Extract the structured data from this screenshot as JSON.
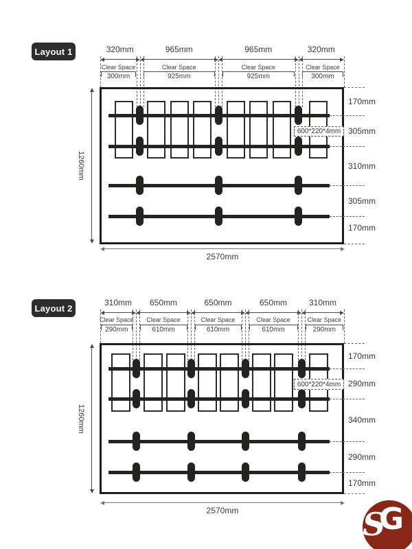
{
  "layouts": [
    {
      "badge": "Layout 1",
      "top_dimensions": [
        "320mm",
        "965mm",
        "965mm",
        "320mm"
      ],
      "clear_spaces": [
        {
          "label": "Clear Space",
          "value": "300mm"
        },
        {
          "label": "Clear Space",
          "value": "925mm"
        },
        {
          "label": "Clear Space",
          "value": "925mm"
        },
        {
          "label": "Clear Space",
          "value": "300mm"
        }
      ],
      "left_dimension": "1260mm",
      "bottom_dimension": "2570mm",
      "right_dimensions": [
        "170mm",
        "305mm",
        "310mm",
        "305mm",
        "170mm"
      ],
      "foot_plate_label": "600*220*4mm",
      "panel_count": 8,
      "rail_count": 4,
      "feet_per_rail": 3
    },
    {
      "badge": "Layout 2",
      "top_dimensions": [
        "310mm",
        "650mm",
        "650mm",
        "650mm",
        "310mm"
      ],
      "clear_spaces": [
        {
          "label": "Clear Space",
          "value": "290mm"
        },
        {
          "label": "Clear Space",
          "value": "610mm"
        },
        {
          "label": "Clear Space",
          "value": "610mm"
        },
        {
          "label": "Clear Space",
          "value": "610mm"
        },
        {
          "label": "Clear Space",
          "value": "290mm"
        }
      ],
      "left_dimension": "1260mm",
      "bottom_dimension": "2570mm",
      "right_dimensions": [
        "170mm",
        "290mm",
        "340mm",
        "290mm",
        "170mm"
      ],
      "foot_plate_label": "600*220*4mm",
      "panel_count": 8,
      "rail_count": 4,
      "feet_per_rail": 4
    }
  ],
  "logo": {
    "monogram_s": "S",
    "monogram_g": "G",
    "color": "#8A2618"
  }
}
